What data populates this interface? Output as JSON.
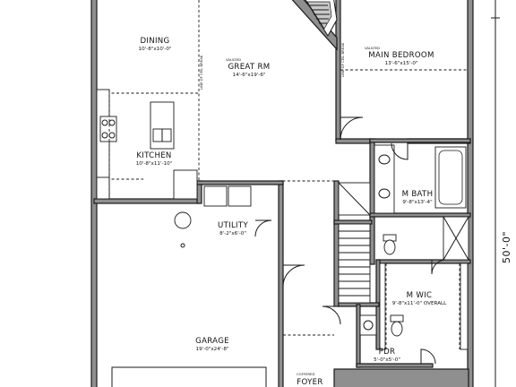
{
  "rooms": {
    "dining": {
      "name": "DINING",
      "size": "10'-8\"x10'-0\""
    },
    "great_rm": {
      "tag": "VAULTED",
      "name": "GREAT RM",
      "size": "14'-6\"x19'-6\""
    },
    "main_bedroom": {
      "tag": "VAULTED",
      "name": "MAIN BEDROOM",
      "size": "13'-6\"x15'-0\""
    },
    "kitchen": {
      "name": "KITCHEN",
      "size": "10'-8\"x11'-10\""
    },
    "utility": {
      "name": "UTILITY",
      "size": "8'-2\"x6'-0\""
    },
    "m_bath": {
      "name": "M BATH",
      "size": "9'-8\"x13'-4\""
    },
    "m_wic": {
      "name": "M WIC",
      "size": "9'-8\"x11'-0\" OVERALL"
    },
    "garage": {
      "name": "GARAGE",
      "size": "19'-0\"x24'-8\""
    },
    "pdr": {
      "name": "PDR",
      "size": "5'-0\"x5'-0\""
    },
    "foyer": {
      "tag": "COFFERED",
      "name": "FOYER"
    }
  },
  "notes": {
    "line_of_ceiling_left": "LINE OF CEIL BREAK",
    "line_of_ceiling_right": "LINE OF CEIL BREAK"
  },
  "dimensions": {
    "overall_depth": "50'-0\""
  }
}
